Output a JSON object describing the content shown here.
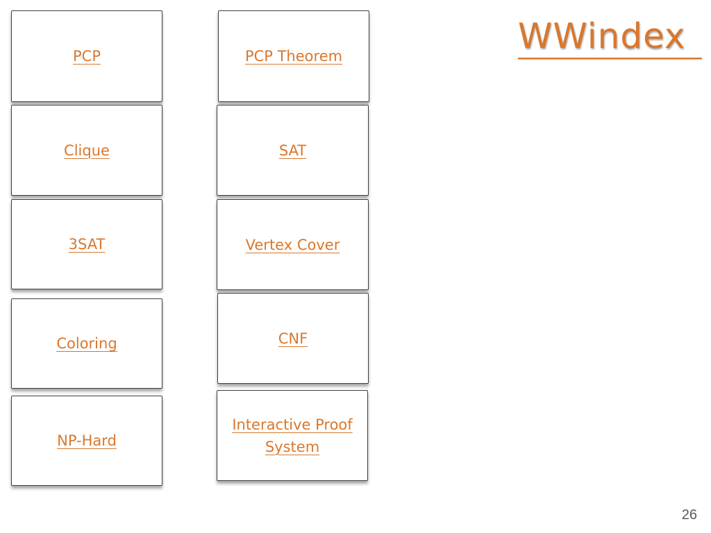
{
  "slide": {
    "title": "WWindex",
    "page_number": "26",
    "accent_color": "#d9772c"
  },
  "cards": {
    "pcp": "PCP",
    "pcp_theorem": "PCP Theorem",
    "clique": "Clique",
    "sat": "SAT",
    "three_sat": "3SAT",
    "vertex_cover": "Vertex Cover",
    "coloring": "Coloring",
    "cnf": "CNF",
    "np_hard": "NP-Hard",
    "interactive_proof_system": "Interactive Proof System"
  }
}
